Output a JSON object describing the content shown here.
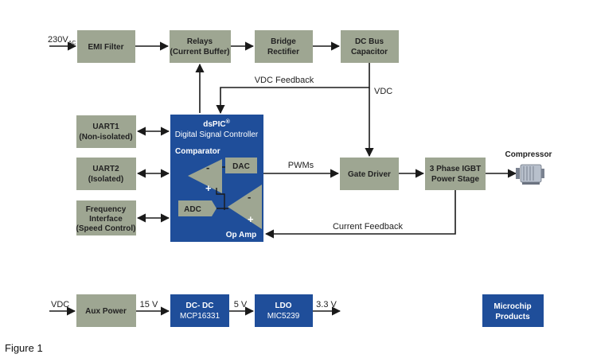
{
  "colors": {
    "gray_block": "#9ea692",
    "blue_block": "#1f4e9a",
    "line": "#1a1a1a"
  },
  "blocks": {
    "emi_filter": "EMI Filter",
    "relays_l1": "Relays",
    "relays_l2": "(Current Buffer)",
    "bridge_l1": "Bridge",
    "bridge_l2": "Rectifier",
    "dcbus_l1": "DC Bus",
    "dcbus_l2": "Capacitor",
    "uart1_l1": "UART1",
    "uart1_l2": "(Non-isolated)",
    "uart2_l1": "UART2",
    "uart2_l2": "(Isolated)",
    "freq_l1": "Frequency",
    "freq_l2": "Interface",
    "freq_l3": "(Speed Control)",
    "gate_driver": "Gate Driver",
    "igbt_l1": "3 Phase IGBT",
    "igbt_l2": "Power Stage",
    "aux_power": "Aux Power",
    "dcdc_l1": "DC- DC",
    "dcdc_l2": "MCP16331",
    "ldo_l1": "LDO",
    "ldo_l2": "MIC5239",
    "microchip_l1": "Microchip",
    "microchip_l2": "Products"
  },
  "controller": {
    "title": "dsPIC",
    "title_sup": "®",
    "subtitle": "Digital Signal Controller",
    "comparator": "Comparator",
    "dac": "DAC",
    "adc": "ADC",
    "op_amp": "Op Amp",
    "minus": "-",
    "plus": "+"
  },
  "labels": {
    "ac_input": "230V",
    "ac_sub": "AC",
    "vdc_feedback": "VDC Feedback",
    "vdc": "VDC",
    "pwms": "PWMs",
    "compressor": "Compressor",
    "current_feedback": "Current Feedback",
    "vdc_in": "VDC",
    "v15": "15 V",
    "v5": "5 V",
    "v33": "3.3 V",
    "figure": "Figure 1"
  }
}
